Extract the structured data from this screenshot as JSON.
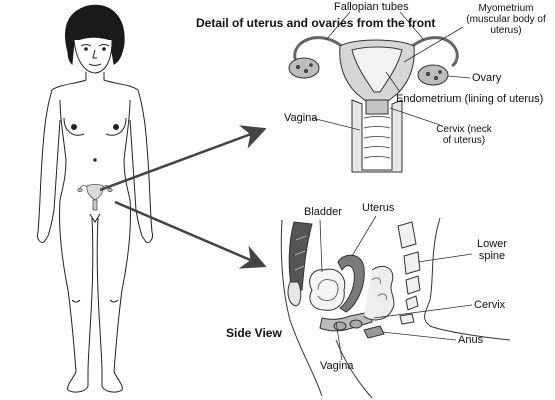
{
  "front_detail_heading": "Detail of uterus and ovaries from the front",
  "side_view_heading": "Side View",
  "labels": {
    "fallopian_tubes": "Fallopian tubes",
    "myometrium": "Myometrium (muscular body of uterus)",
    "ovary": "Ovary",
    "endometrium": "Endometrium (lining of uterus)",
    "vagina_front": "Vagina",
    "cervix_front": "Cervix (neck of uterus)",
    "bladder": "Bladder",
    "uterus": "Uterus",
    "lower_spine": "Lower spine",
    "cervix_side": "Cervix",
    "anus": "Anus",
    "vagina_side": "Vagina"
  }
}
